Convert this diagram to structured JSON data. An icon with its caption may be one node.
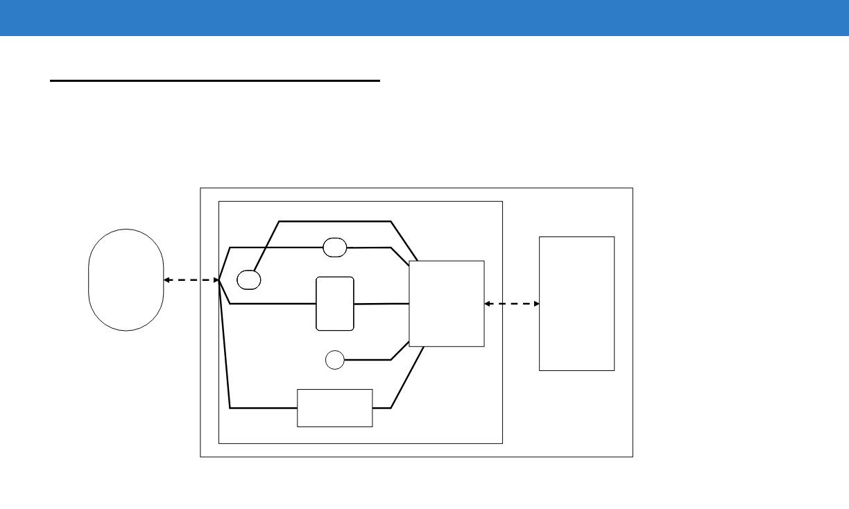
{
  "diagram": {
    "nodes": [
      {
        "text": [],
        "shape": "box"
      },
      {
        "text": [],
        "shape": "capsule"
      },
      {
        "text": [],
        "shape": "box",
        "in": 0
      },
      {
        "text": [],
        "shape": "ellipse",
        "in": 2
      },
      {
        "text": [],
        "shape": "ellipse",
        "in": 2
      },
      {
        "text": [],
        "shape": "rounded",
        "in": 2
      },
      {
        "text": [],
        "shape": "circle",
        "in": 2
      },
      {
        "text": [],
        "shape": "box",
        "in": 2
      },
      {
        "text": [],
        "shape": "box",
        "in": 2
      },
      {
        "text": [],
        "shape": "box",
        "in": 0
      }
    ],
    "edges": [
      {
        "from": 1,
        "to": 2,
        "arrow": "both",
        "style": "dashed"
      },
      {
        "from": 2,
        "to": 4,
        "arrow": "none"
      },
      {
        "from": 2,
        "to": 5,
        "arrow": "none"
      },
      {
        "from": 2,
        "to": 7,
        "arrow": "none"
      },
      {
        "from": 3,
        "to": 8,
        "arrow": "none"
      },
      {
        "from": 4,
        "to": 8,
        "arrow": "none"
      },
      {
        "from": 5,
        "to": 8,
        "arrow": "none"
      },
      {
        "from": 6,
        "to": 8,
        "arrow": "none"
      },
      {
        "from": 7,
        "to": 8,
        "arrow": "none"
      },
      {
        "from": 8,
        "to": 9,
        "arrow": "both",
        "style": "dashed"
      }
    ]
  }
}
